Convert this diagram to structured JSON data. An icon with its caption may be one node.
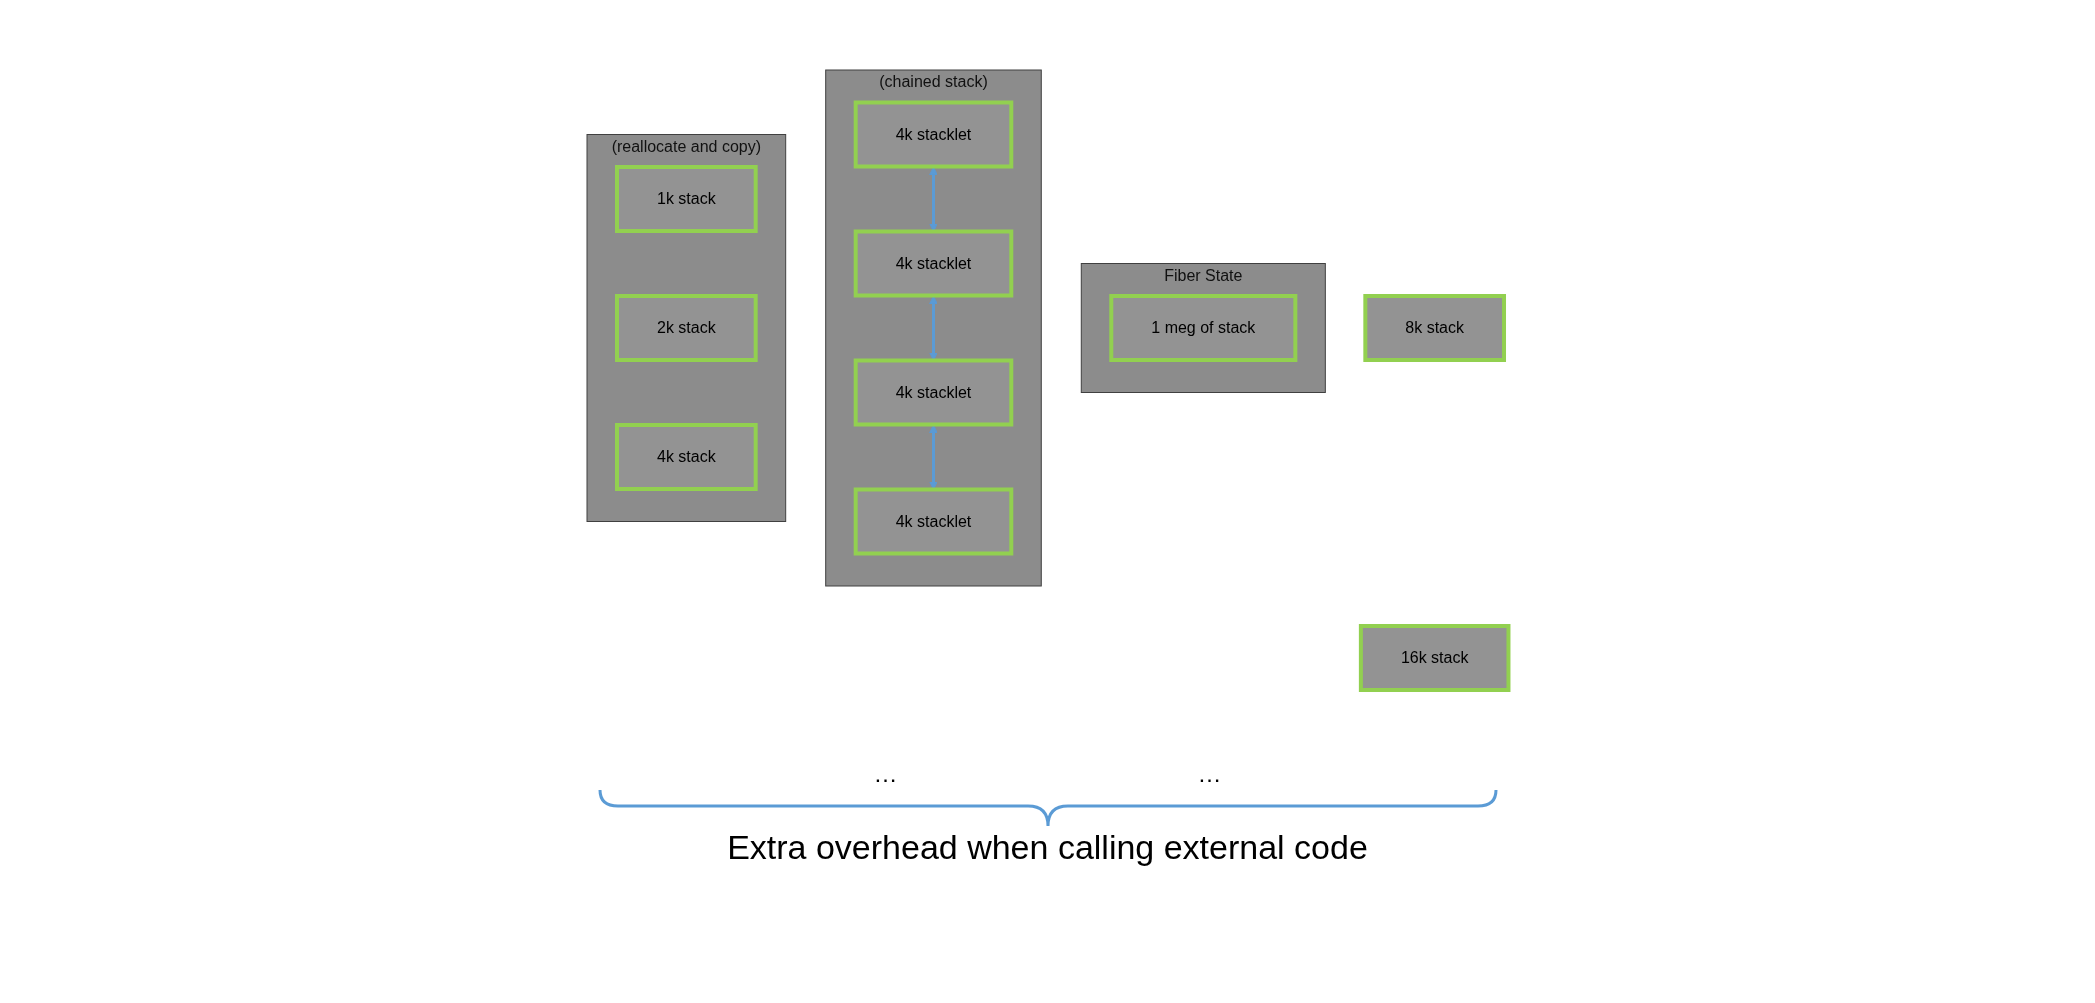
{
  "diagram": {
    "nodes": [
      {
        "text": [
          "Fiber State"
        ]
      },
      {
        "text": [
          "1 meg of stack"
        ],
        "in": 0
      },
      {
        "text": [
          "(chained stack)"
        ]
      },
      {
        "text": [
          "4k stacklet"
        ],
        "in": 2
      },
      {
        "text": [
          "4k stacklet"
        ],
        "in": 2
      },
      {
        "text": [
          "4k stacklet"
        ],
        "in": 2
      },
      {
        "text": [
          "4k stacklet"
        ],
        "in": 2
      },
      {
        "text": [
          "(reallocate and copy)"
        ]
      },
      {
        "text": [
          "1k stack"
        ],
        "in": 7
      },
      {
        "text": [
          "2k stack"
        ],
        "in": 7
      },
      {
        "text": [
          "4k stack"
        ],
        "in": 7
      },
      {
        "text": [
          "8k stack"
        ]
      },
      {
        "text": [
          "16k stack"
        ]
      }
    ],
    "edges": [
      {
        "from": 3,
        "to": 4,
        "arrow": "both"
      },
      {
        "from": 4,
        "to": 5,
        "arrow": "both"
      },
      {
        "from": 5,
        "to": 6,
        "arrow": "both"
      }
    ],
    "labels": [
      "…",
      "…",
      "Extra overhead when calling external code"
    ]
  }
}
